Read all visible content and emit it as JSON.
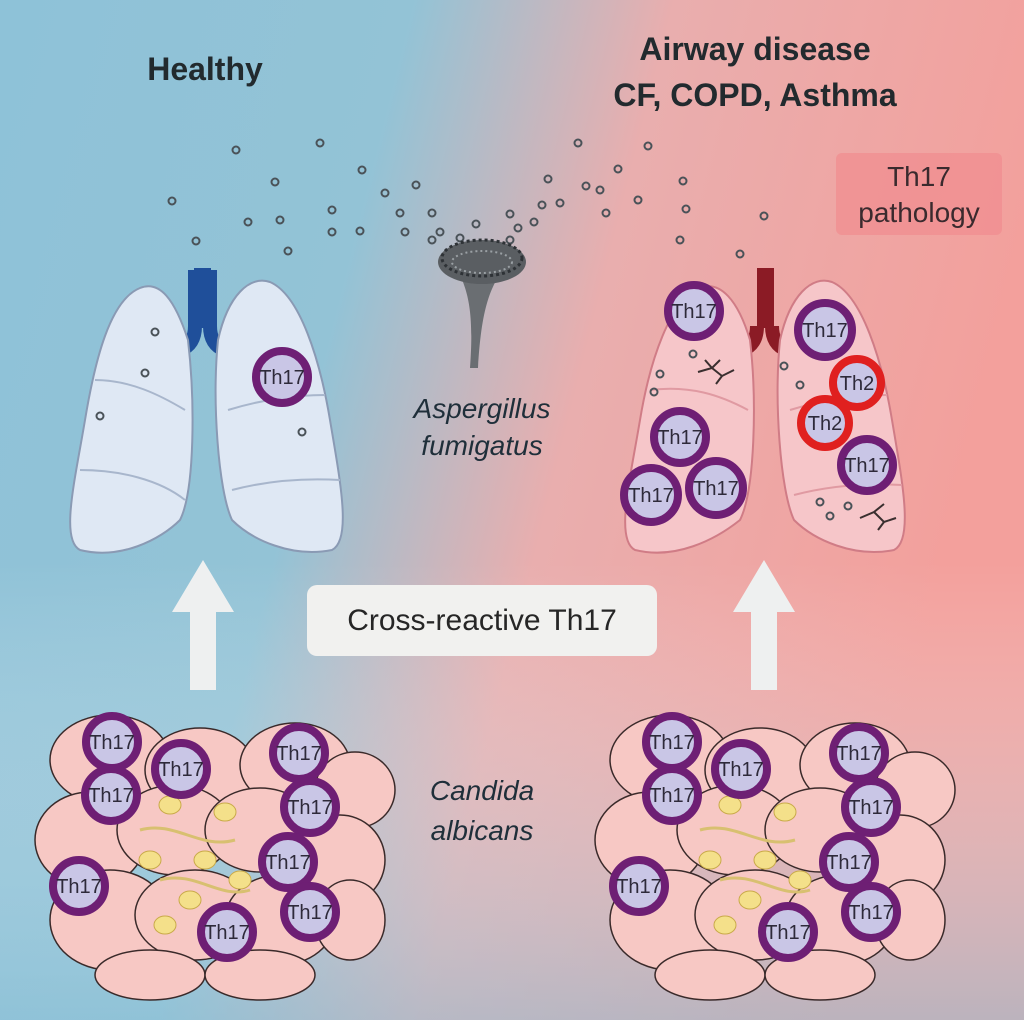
{
  "headings": {
    "healthy": "Healthy",
    "disease_line1": "Airway disease",
    "disease_line2": "CF, COPD, Asthma"
  },
  "pathology_badge": {
    "line1": "Th17",
    "line2": "pathology"
  },
  "fungi": {
    "aspergillus_line1": "Aspergillus",
    "aspergillus_line2": "fumigatus",
    "candida_line1": "Candida",
    "candida_line2": "albicans"
  },
  "cross_reactive_label": "Cross-reactive Th17",
  "cell_labels": {
    "th17": "Th17",
    "th2": "Th2"
  },
  "colors": {
    "background_left": "#8ec2d8",
    "background_right": "#f3a3a0",
    "th17_ring": "#6e1f74",
    "th2_ring": "#e0201f",
    "cell_fill": "#c9c6e6",
    "healthy_lung": "#dfe8f4",
    "diseased_lung": "#f6c6c9",
    "gut": "#f7c8c4",
    "healthy_trachea": "#1f4f9a",
    "diseased_trachea": "#8b1b25"
  }
}
